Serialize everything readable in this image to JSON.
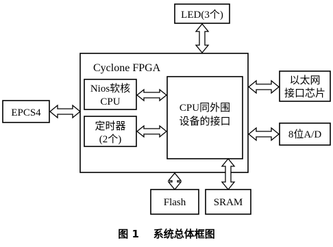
{
  "diagram": {
    "fpga_title": "Cyclone FPGA",
    "led": "LED(3个)",
    "ethernet": [
      "以太网",
      "接口芯片"
    ],
    "epcs": "EPCS4",
    "nios": [
      "Nios软核",
      "CPU"
    ],
    "timer": [
      "定时器",
      "(2个)"
    ],
    "peripheral_if": [
      "CPU同外围",
      "设备的接口"
    ],
    "adc": "8位A/D",
    "flash": "Flash",
    "sram": "SRAM",
    "caption": "图 1    系统总体框图"
  }
}
